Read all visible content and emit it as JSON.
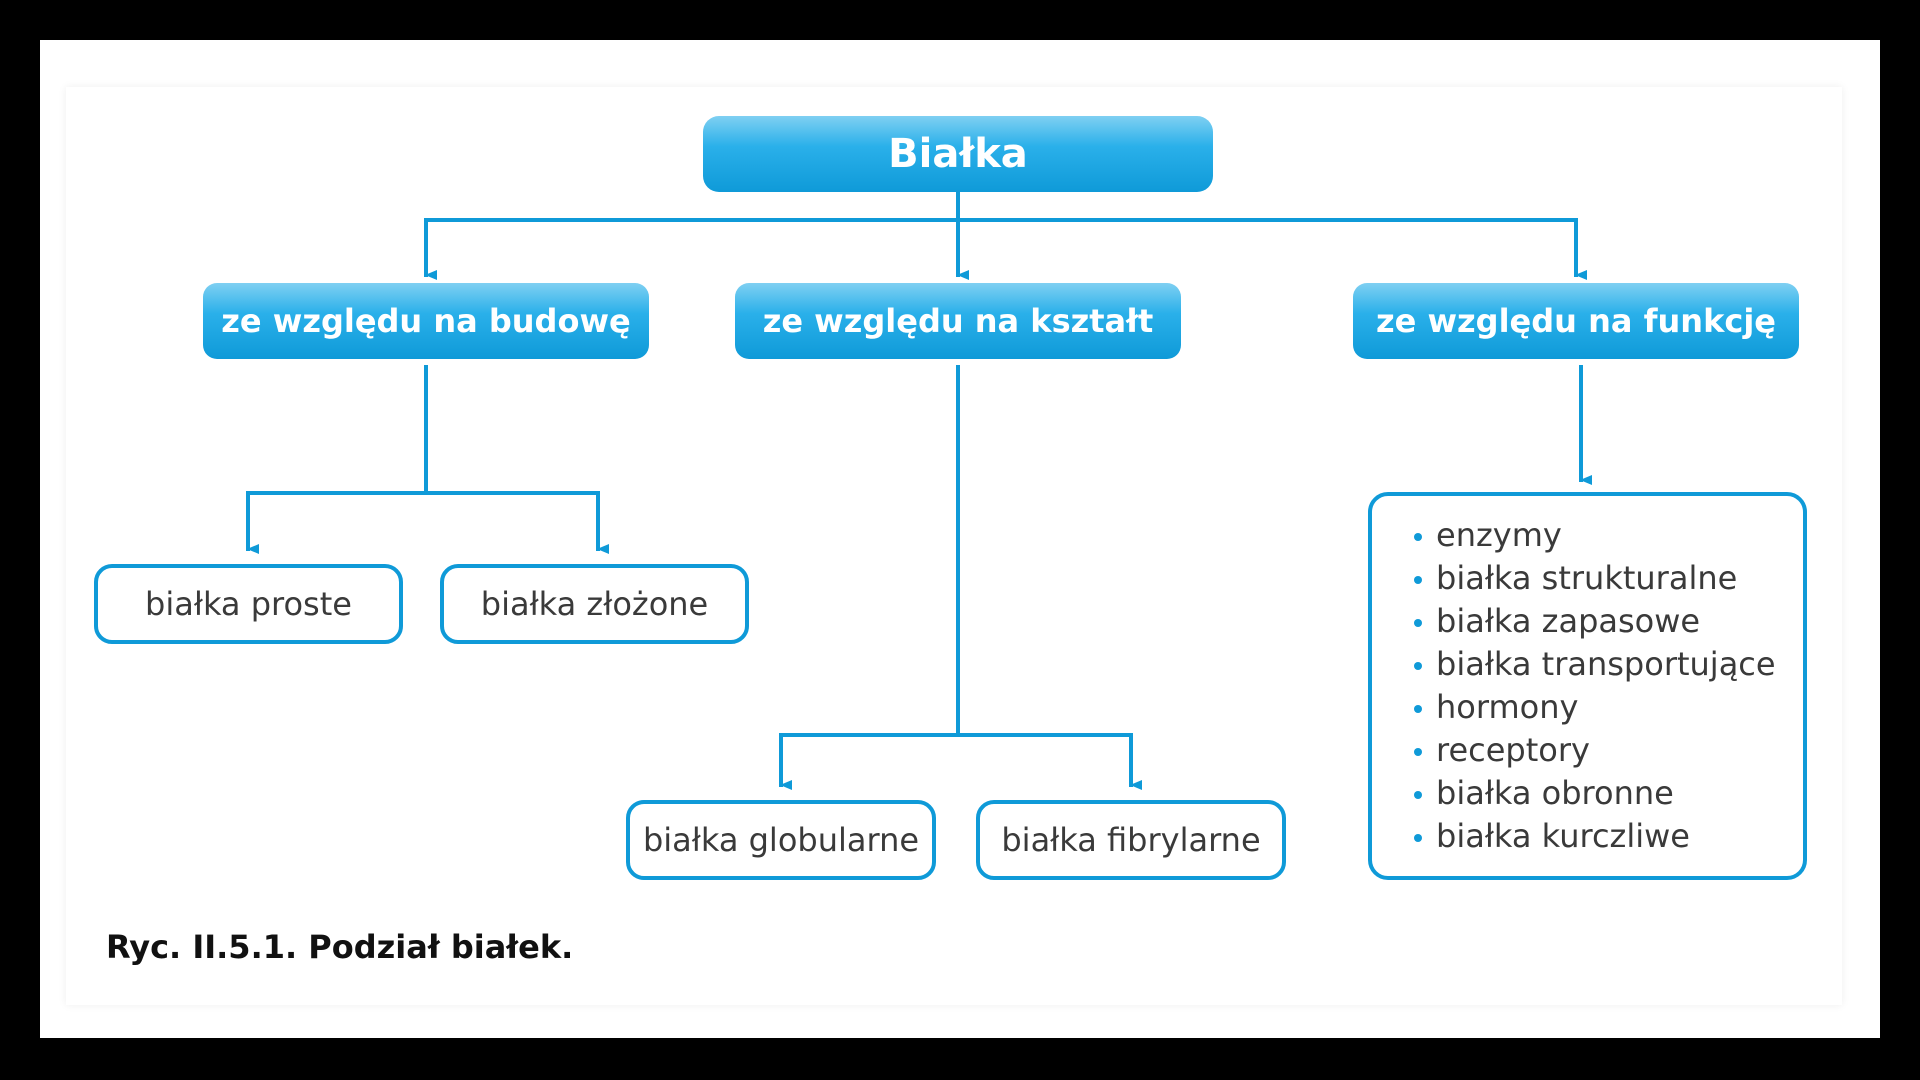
{
  "root": {
    "label": "Białka"
  },
  "categories": [
    {
      "label": "ze względu na budowę"
    },
    {
      "label": "ze względu na kształt"
    },
    {
      "label": "ze względu na funkcję"
    }
  ],
  "structure_types": [
    {
      "label": "białka proste"
    },
    {
      "label": "białka złożone"
    }
  ],
  "shape_types": [
    {
      "label": "białka globularne"
    },
    {
      "label": "białka fibrylarne"
    }
  ],
  "function_types": [
    "enzymy",
    "białka strukturalne",
    "białka zapasowe",
    "białka transportujące",
    "hormony",
    "receptory",
    "białka obronne",
    "białka kurczliwe"
  ],
  "caption": "Ryc. II.5.1. Podział białek.",
  "colors": {
    "accent": "#0f9ad8",
    "box_gradient_top": "#7fd0f2",
    "box_gradient_bottom": "#0f9ad8",
    "text": "#3a3a3a",
    "background": "#000000"
  }
}
